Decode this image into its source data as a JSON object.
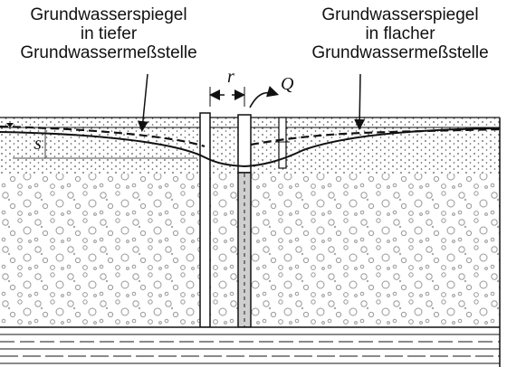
{
  "labels": {
    "deep_well": [
      "Grundwasserspiegel",
      "in tiefer",
      "Grundwassermeßstelle"
    ],
    "shallow_well": [
      "Grundwasserspiegel",
      "in flacher",
      "Grundwassermeßstelle"
    ],
    "radius_symbol": "r",
    "discharge_symbol": "Q",
    "drawdown_symbol": "s"
  },
  "colors": {
    "ink": "#111111",
    "sand_dots": "#555555",
    "gravel": "#9a9a9a",
    "clay_line": "#444444"
  }
}
